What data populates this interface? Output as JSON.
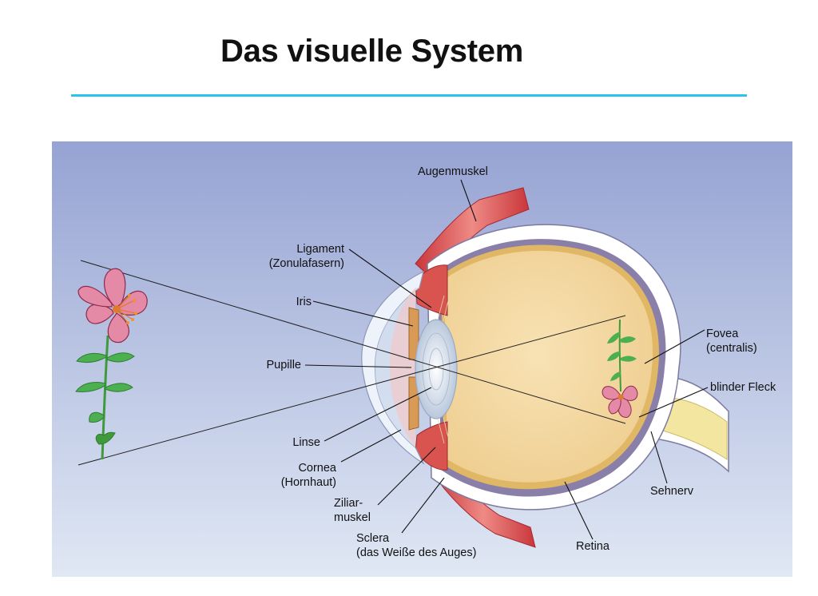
{
  "title": "Das visuelle System",
  "colors": {
    "accent_rule": "#2cc3ea",
    "panel_top": "#97a4d4",
    "panel_bottom": "#dde6f3",
    "vitreous": "#f5d9a3",
    "sclera": "#ffffff",
    "choroid": "#8a7fa9",
    "muscle": "#d9534f",
    "optic_nerve": "#f3e6a0"
  },
  "labels": {
    "augenmuskel": "Augenmuskel",
    "ligament_1": "Ligament",
    "ligament_2": "(Zonulafasern)",
    "iris": "Iris",
    "pupille": "Pupille",
    "linse": "Linse",
    "cornea_1": "Cornea",
    "cornea_2": "(Hornhaut)",
    "ziliar_1": "Ziliar-",
    "ziliar_2": "muskel",
    "sclera_1": "Sclera",
    "sclera_2": "(das Weiße des Auges)",
    "retina": "Retina",
    "sehnerv": "Sehnerv",
    "blinder_fleck": "blinder Fleck",
    "fovea_1": "Fovea",
    "fovea_2": "(centralis)"
  }
}
